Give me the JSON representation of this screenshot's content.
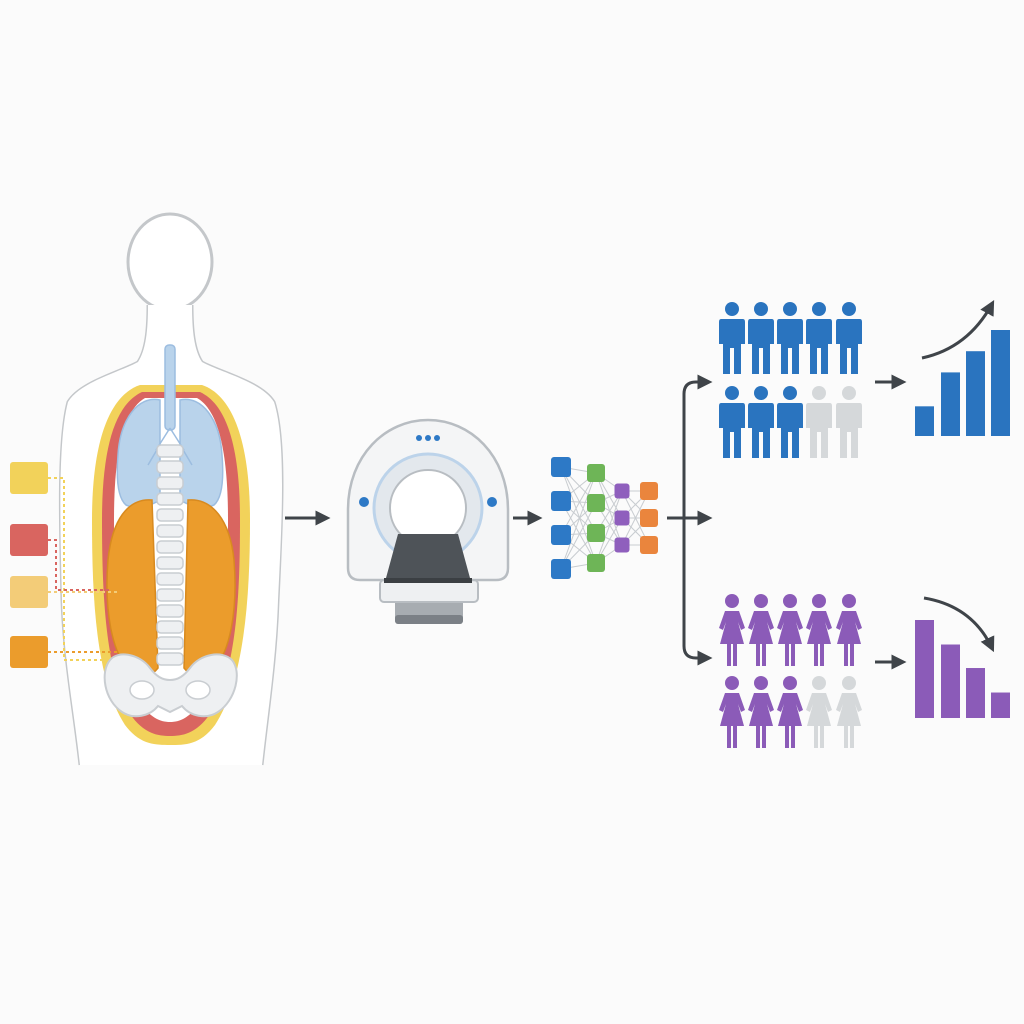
{
  "colors": {
    "background": "#fbfbfb",
    "outline": "#c4c7ca",
    "fat_yellow": "#f2d25a",
    "muscle_red": "#d96560",
    "organ_orange": "#eb9c2c",
    "lung_blue": "#b9d3eb",
    "bone": "#eef0f2",
    "arrow": "#3f4449",
    "nn_blue": "#2d79c6",
    "nn_green": "#6eb557",
    "nn_purple": "#8f5fbd",
    "nn_orange": "#ea853d",
    "group_male": "#2a74bf",
    "group_female": "#8b5bb8",
    "inactive_person": "#d5d8da"
  },
  "legend": [
    {
      "icon": "legend-swatch-fat",
      "color": "#f2d25a"
    },
    {
      "icon": "legend-swatch-muscle",
      "color": "#d96560"
    },
    {
      "icon": "legend-swatch-light-fat",
      "color": "#f3cc78"
    },
    {
      "icon": "legend-swatch-organ",
      "color": "#eb9c2c"
    }
  ],
  "neural_network": {
    "layers": [
      4,
      4,
      3,
      3
    ]
  },
  "groups": [
    {
      "id": "male-group",
      "icon": "male-person-icon",
      "active": 8,
      "total": 10,
      "trend": "up",
      "bars": [
        0.28,
        0.6,
        0.8,
        1.0
      ]
    },
    {
      "id": "female-group",
      "icon": "female-person-icon",
      "active": 8,
      "total": 10,
      "trend": "down",
      "bars": [
        1.0,
        0.75,
        0.51,
        0.26
      ]
    }
  ]
}
